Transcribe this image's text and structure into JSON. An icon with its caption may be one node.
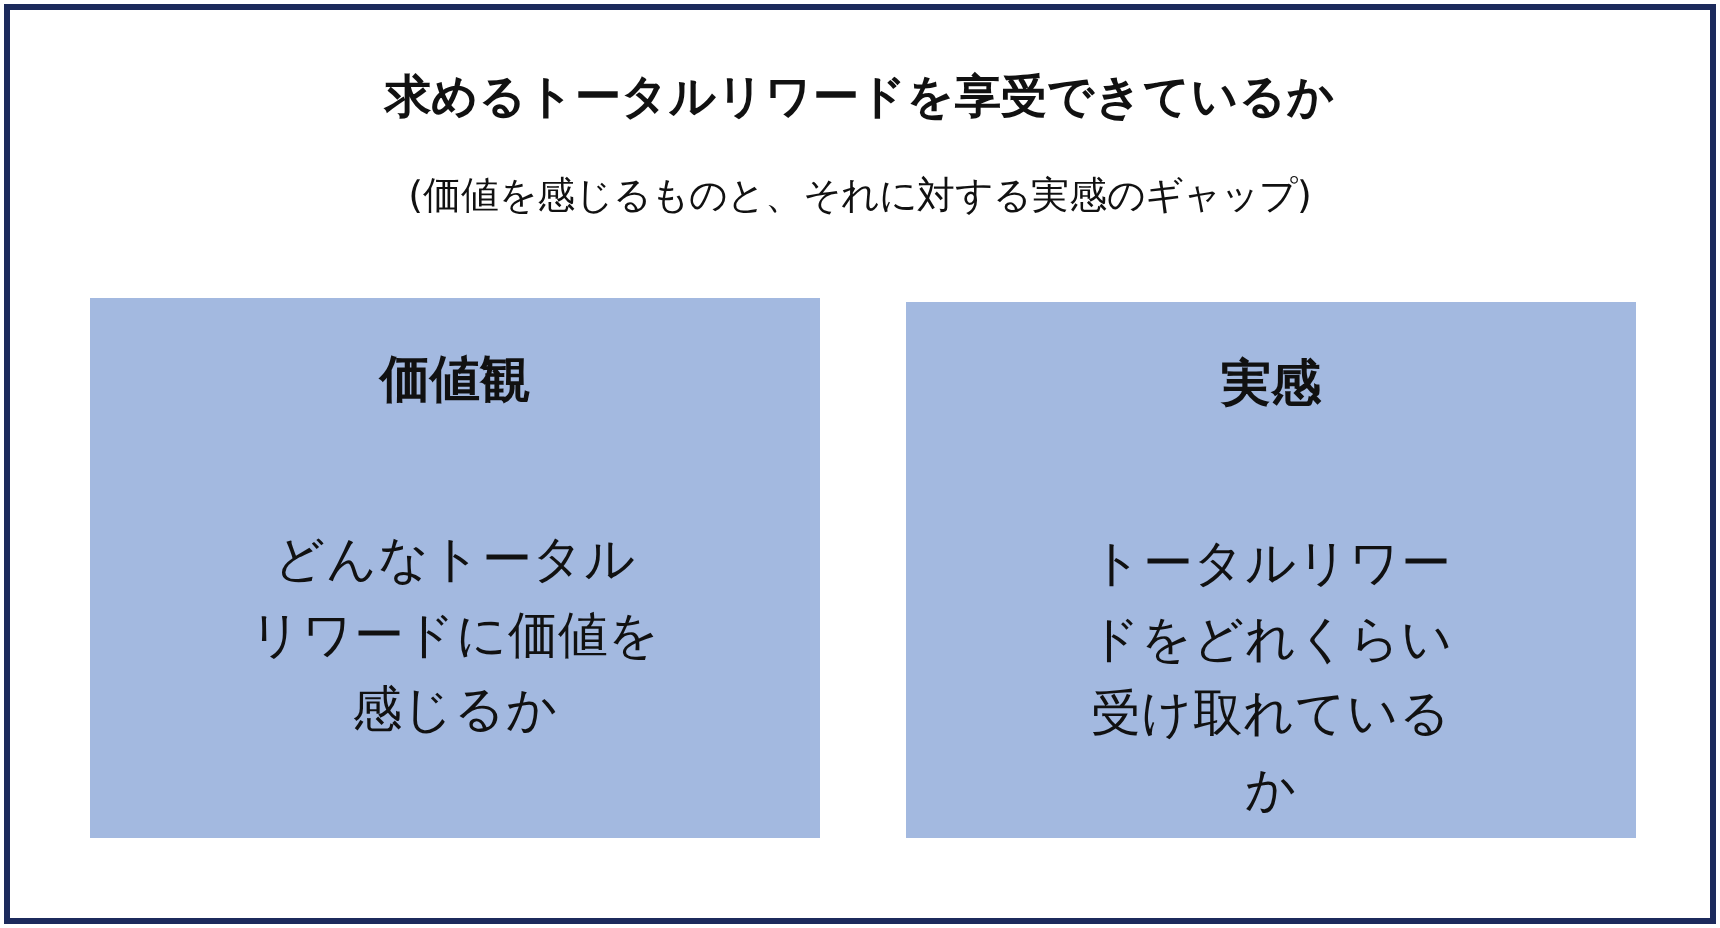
{
  "diagram": {
    "title": "求めるトータルリワードを享受できているか",
    "nodes": [
      {
        "text": [
          "価値観",
          "どんなトータルリワードに価値を感じるか"
        ]
      },
      {
        "text": [
          "実感",
          "トータルリワードをどれくらい受け取れているか"
        ]
      }
    ],
    "edges": [],
    "labels": [
      "(価値を感じるものと、それに対する実感のギャップ)"
    ]
  }
}
